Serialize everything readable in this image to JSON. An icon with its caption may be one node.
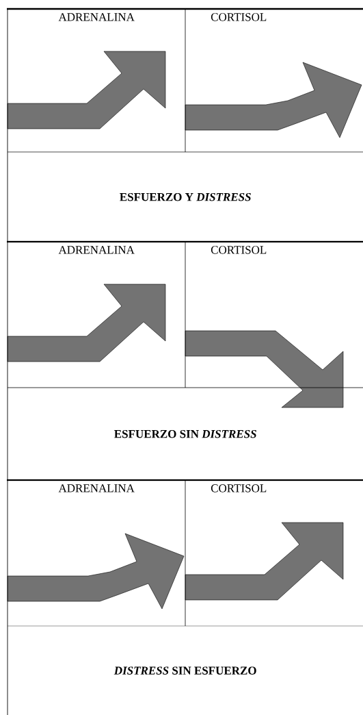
{
  "diagram": {
    "nodes": [
      {
        "text": [
          "ADRENALINA"
        ]
      },
      {
        "text": [
          "CORTISOL"
        ]
      },
      {
        "text": [
          "ESFUERZO Y *DISTRESS*"
        ]
      },
      {
        "text": [
          "ADRENALINA"
        ]
      },
      {
        "text": [
          "CORTISOL"
        ]
      },
      {
        "text": [
          "ESFUERZO SIN *DISTRESS*"
        ]
      },
      {
        "text": [
          "ADRENALINA"
        ]
      },
      {
        "text": [
          "CORTISOL"
        ]
      },
      {
        "text": [
          "*DISTRESS* SIN ESFUERZO"
        ]
      }
    ]
  }
}
